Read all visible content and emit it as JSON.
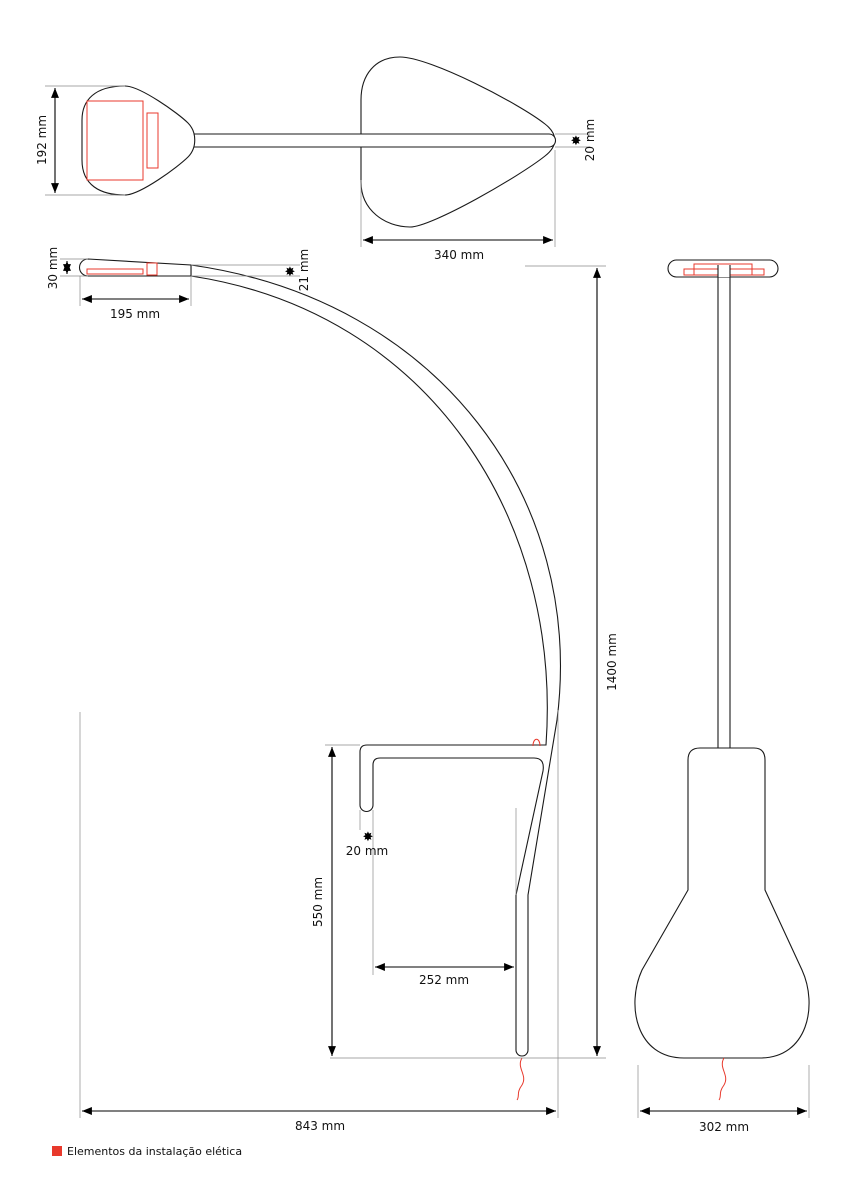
{
  "dimensions": {
    "head_width": "192 mm",
    "rod_diameter_top": "20 mm",
    "base_depth": "340 mm",
    "head_thickness": "30 mm",
    "arm_thickness": "21 mm",
    "head_length": "195 mm",
    "total_height": "1400 mm",
    "bracket_height": "550 mm",
    "bracket_rod": "20 mm",
    "bracket_depth": "252 mm",
    "total_width": "843 mm",
    "base_width": "302 mm"
  },
  "legend": {
    "label": "Elementos da instalação elética",
    "color": "#e8392c"
  }
}
